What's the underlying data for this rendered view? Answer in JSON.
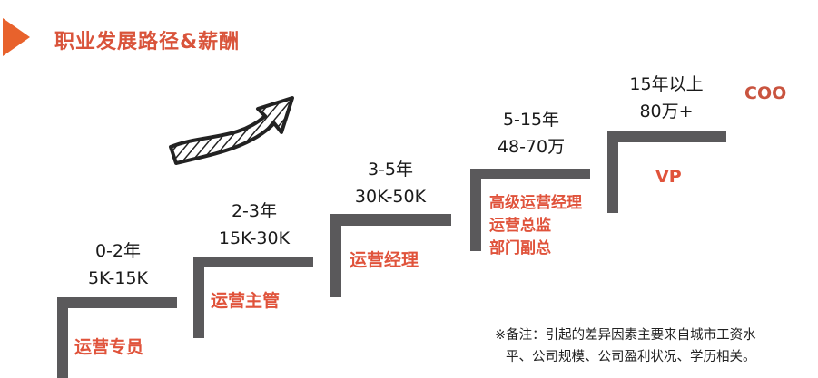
{
  "header": {
    "title": "职业发展路径&薪酬",
    "marker_icon": "play-triangle-icon",
    "accent_color": "#e8622c"
  },
  "decoration": {
    "arrow_icon": "hatched-curved-arrow-up-icon"
  },
  "steps": [
    {
      "years": "0-2年",
      "salary": "5K-15K",
      "roles": [
        "运营专员"
      ]
    },
    {
      "years": "2-3年",
      "salary": "15K-30K",
      "roles": [
        "运营主管"
      ]
    },
    {
      "years": "3-5年",
      "salary": "30K-50K",
      "roles": [
        "运营经理"
      ]
    },
    {
      "years": "5-15年",
      "salary": "48-70万",
      "roles": [
        "高级运营经理",
        "运营总监",
        "部门副总"
      ]
    },
    {
      "years": "15年以上",
      "salary": "80万+",
      "roles": [
        "VP"
      ]
    }
  ],
  "top_role": "COO",
  "note": {
    "line1": "※备注：引起的差异因素主要来自城市工资水",
    "line2": "平、公司规模、公司盈利状况、学历相关。"
  },
  "colors": {
    "step_bar": "#5a595b",
    "role_text": "#e0533b",
    "info_text": "#1a1a1a"
  }
}
